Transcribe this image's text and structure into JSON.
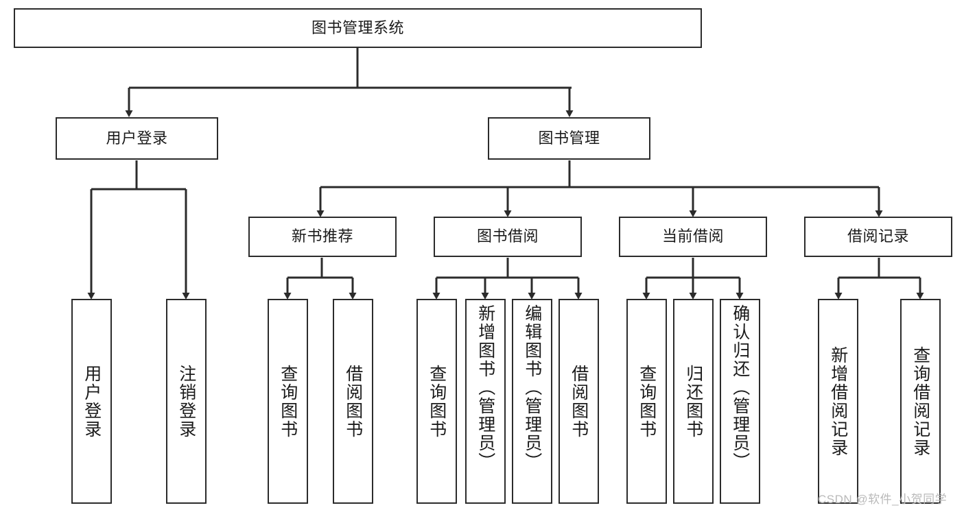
{
  "diagram": {
    "type": "tree",
    "title": "图书管理系统",
    "style": {
      "box_border_color": "#2b2b2b",
      "box_fill_color": "#ffffff",
      "text_color": "#1a1a1a",
      "edge_color": "#2b2b2b",
      "background": "#ffffff"
    },
    "root": {
      "label": "图书管理系统"
    },
    "level2": [
      {
        "label": "用户登录"
      },
      {
        "label": "图书管理"
      }
    ],
    "level3": [
      {
        "label": "新书推荐"
      },
      {
        "label": "图书借阅"
      },
      {
        "label": "当前借阅"
      },
      {
        "label": "借阅记录"
      }
    ],
    "leaves": {
      "user_login": [
        {
          "label": "用户登录"
        },
        {
          "label": "注销登录"
        }
      ],
      "new_book_recommend": [
        {
          "label": "查询图书"
        },
        {
          "label": "借阅图书"
        }
      ],
      "book_borrow": [
        {
          "label": "查询图书"
        },
        {
          "label": "新增图书（管理员）"
        },
        {
          "label": "编辑图书（管理员）"
        },
        {
          "label": "借阅图书"
        }
      ],
      "current_borrow": [
        {
          "label": "查询图书"
        },
        {
          "label": "归还图书"
        },
        {
          "label": "确认归还（管理员）"
        }
      ],
      "borrow_record": [
        {
          "label": "新增借阅记录"
        },
        {
          "label": "查询借阅记录"
        }
      ]
    }
  },
  "watermark": {
    "text": "CSDN @软件_小贺同学"
  }
}
